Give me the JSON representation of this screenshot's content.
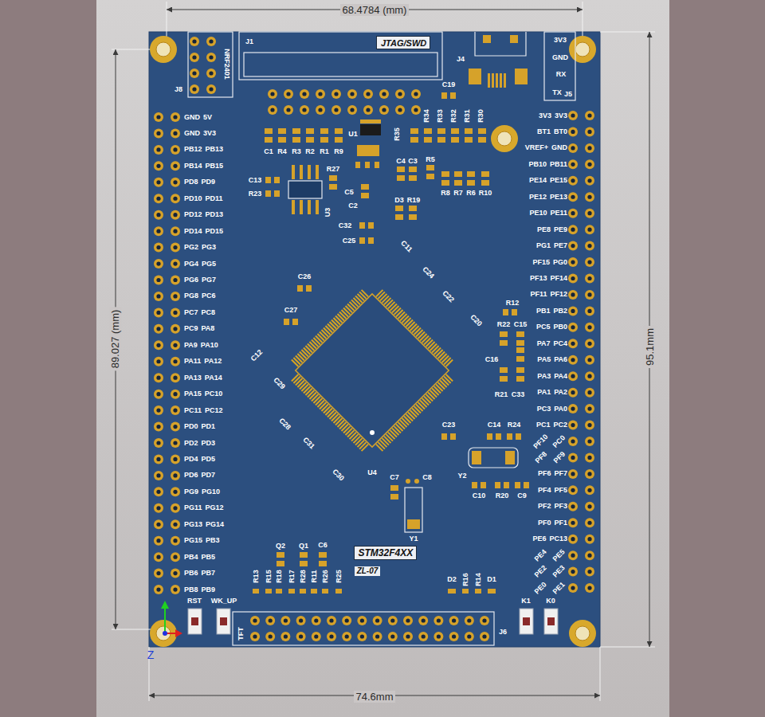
{
  "diagram": {
    "nodes": [
      {
        "text": [
          "JTAG/SWD"
        ]
      },
      {
        "text": [
          "STM32F4XX"
        ]
      }
    ],
    "labels": [
      "GND",
      "5V",
      "GND",
      "3V3",
      "PB12",
      "PB13",
      "PB14",
      "PB15",
      "PD8",
      "PD9",
      "PD10",
      "PD11",
      "PD12",
      "PD13",
      "PD14",
      "PD15",
      "PG2",
      "PG3",
      "PG4",
      "PG5",
      "PG6",
      "PG7",
      "PG8",
      "PC6",
      "PC7",
      "PC8",
      "PC9",
      "PA8",
      "PA9",
      "PA10",
      "PA11",
      "PA12",
      "PA13",
      "PA14",
      "PA15",
      "PC10",
      "PC11",
      "PC12",
      "PD0",
      "PD1",
      "PD2",
      "PD3",
      "PD4",
      "PD5",
      "PD6",
      "PD7",
      "PG9",
      "PG10",
      "PG11",
      "PG12",
      "PG13",
      "PG14",
      "PG15",
      "PB3",
      "PB4",
      "PB5",
      "PB6",
      "PB7",
      "PB8",
      "PB9",
      "3V3",
      "3V3",
      "BT1",
      "BT0",
      "VREF+",
      "GND",
      "PB10",
      "PB11",
      "PE14",
      "PE15",
      "PE12",
      "PE13",
      "PE10",
      "PE11",
      "PE8",
      "PE9",
      "PG1",
      "PE7",
      "PF15",
      "PG0",
      "PF13",
      "PF14",
      "PF11",
      "PF12",
      "PB1",
      "PB2",
      "PC5",
      "PB0",
      "PA7",
      "PC4",
      "PA5",
      "PA6",
      "PA3",
      "PA4",
      "PA1",
      "PA2",
      "PC3",
      "PA0",
      "PC1",
      "PC2",
      "PF10",
      "PC0",
      "PF8",
      "PF9",
      "PF6",
      "PF7",
      "PF4",
      "PF5",
      "PF2",
      "PF3",
      "PF0",
      "PF1",
      "PE6",
      "PC13",
      "PE4",
      "PE5",
      "PE2",
      "PE3",
      "PE0",
      "PE1",
      "68.4784 (mm)",
      "89.027 (mm)",
      "95.1mm",
      "74.6mm",
      "NRF2401",
      "J8",
      "J1",
      "J4",
      "3V3",
      "GND",
      "RX",
      "TX",
      "J5",
      "C19",
      "R34",
      "R33",
      "R32",
      "R31",
      "R30",
      "R35",
      "U1",
      "C1",
      "R4",
      "R3",
      "R2",
      "R1",
      "R9",
      "C4",
      "C3",
      "R5",
      "C13",
      "R23",
      "R27",
      "C5",
      "U3",
      "C2",
      "D3",
      "R19",
      "R8",
      "R7",
      "R6",
      "R10",
      "C32",
      "C25",
      "C11",
      "C24",
      "C26",
      "C22",
      "C27",
      "R12",
      "C20",
      "R22",
      "C15",
      "C12",
      "C16",
      "C29",
      "R21",
      "C33",
      "C28",
      "C23",
      "C14",
      "R24",
      "C31",
      "U4",
      "C30",
      "C7",
      "C8",
      "Y2",
      "C10",
      "R20",
      "C9",
      "Y1",
      "Q2",
      "Q1",
      "C6",
      "R13",
      "R15",
      "R18",
      "R17",
      "R28",
      "R11",
      "R26",
      "R25",
      "ZL-07",
      "D2",
      "R16",
      "R14",
      "D1",
      "RST",
      "WK_UP",
      "TFT",
      "J6",
      "K1",
      "K0",
      "Z"
    ]
  }
}
